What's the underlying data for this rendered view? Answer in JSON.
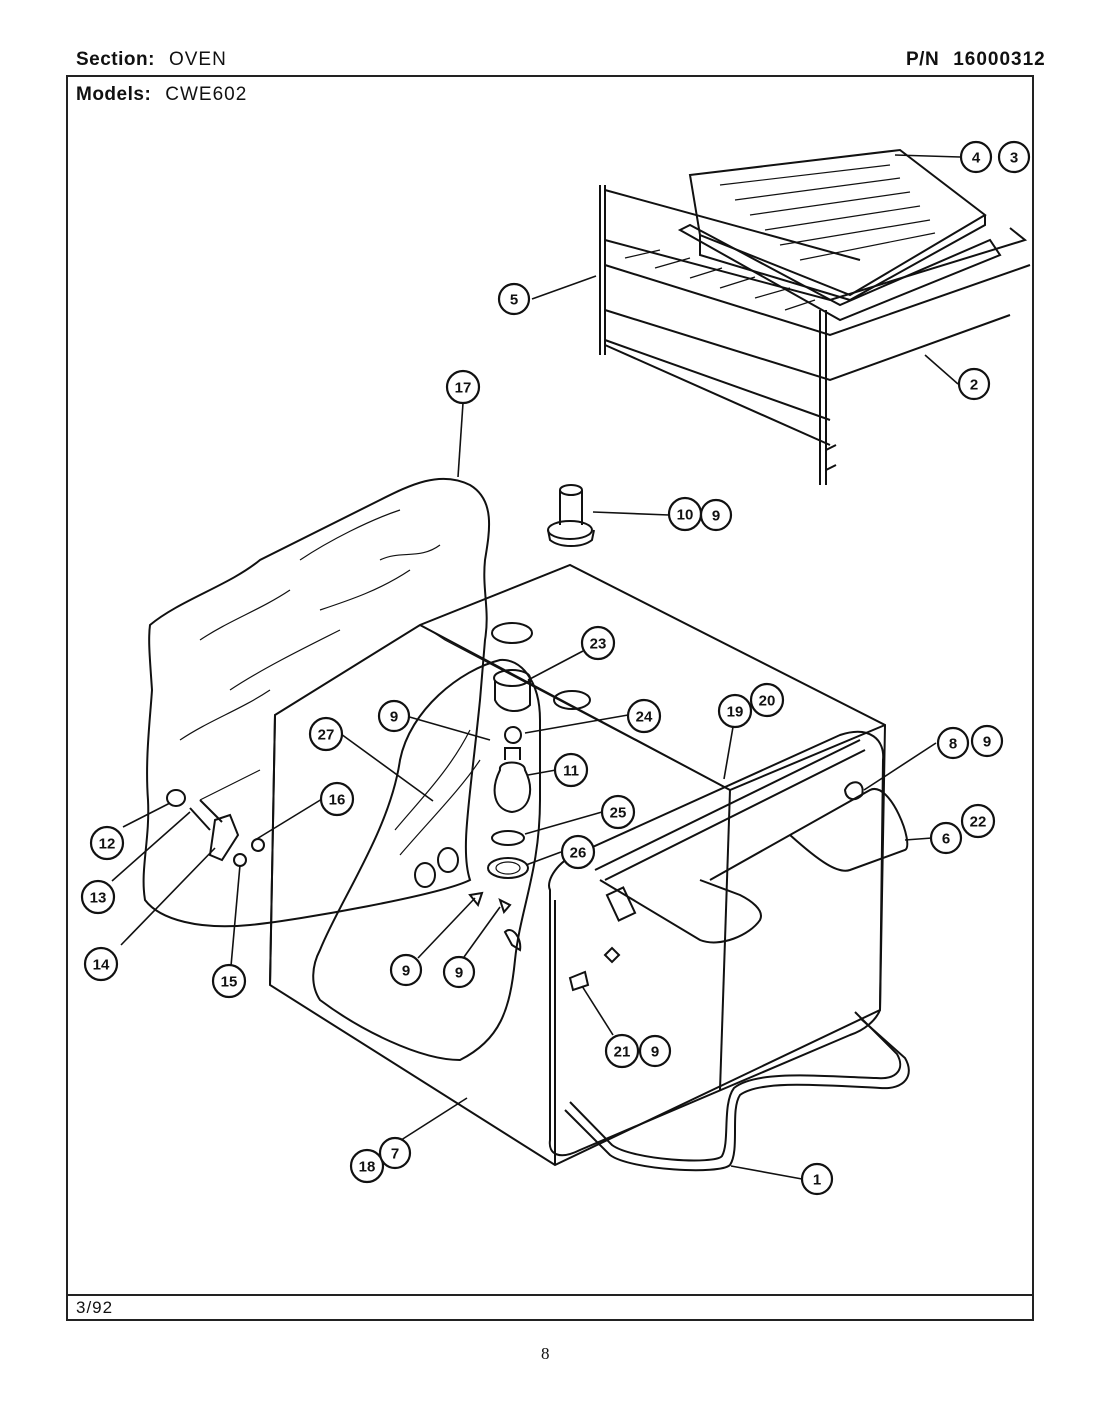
{
  "header": {
    "section_label": "Section:",
    "section_value": "OVEN",
    "pn_label": "P/N",
    "pn_value": "16000312",
    "models_label": "Models:",
    "models_value": "CWE602"
  },
  "footer": {
    "date_code": "3/92",
    "page_number": "8"
  },
  "callouts": {
    "c4": "4",
    "c3": "3",
    "c5": "5",
    "c2": "2",
    "c17": "17",
    "c10": "10",
    "c9a": "9",
    "c23": "23",
    "c24": "24",
    "c9b": "9",
    "c27": "27",
    "c19": "19",
    "c20": "20",
    "c8": "8",
    "c9c": "9",
    "c11": "11",
    "c16": "16",
    "c25": "25",
    "c22": "22",
    "c6": "6",
    "c12": "12",
    "c13": "13",
    "c26": "26",
    "c14": "14",
    "c15": "15",
    "c9d": "9",
    "c9e": "9",
    "c21": "21",
    "c9f": "9",
    "c18": "18",
    "c7": "7",
    "c1": "1"
  }
}
